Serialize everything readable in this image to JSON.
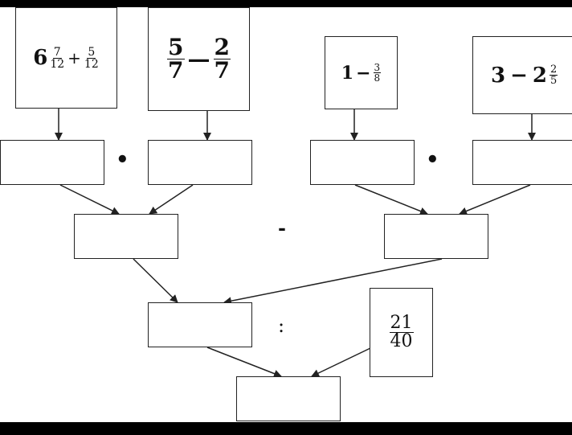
{
  "colors": {
    "line": "#222222",
    "background": "#ffffff",
    "frame": "#000000"
  },
  "expressions": {
    "e1": {
      "whole": "6",
      "frac1_num": "7",
      "frac1_den": "12",
      "plus": "+",
      "frac2_num": "5",
      "frac2_den": "12"
    },
    "e2": {
      "frac1_num": "5",
      "frac1_den": "7",
      "minus": "—",
      "frac2_num": "2",
      "frac2_den": "7"
    },
    "e3": {
      "whole": "1",
      "minus": "−",
      "frac_num": "3",
      "frac_den": "8"
    },
    "e4": {
      "whole1": "3",
      "minus": "−",
      "whole2": "2",
      "frac_num": "2",
      "frac_den": "5"
    },
    "given": {
      "frac_num": "21",
      "frac_den": "40"
    }
  },
  "operators": {
    "mult_left": "•",
    "mult_right": "•",
    "subtract": "-",
    "divide": ":"
  }
}
